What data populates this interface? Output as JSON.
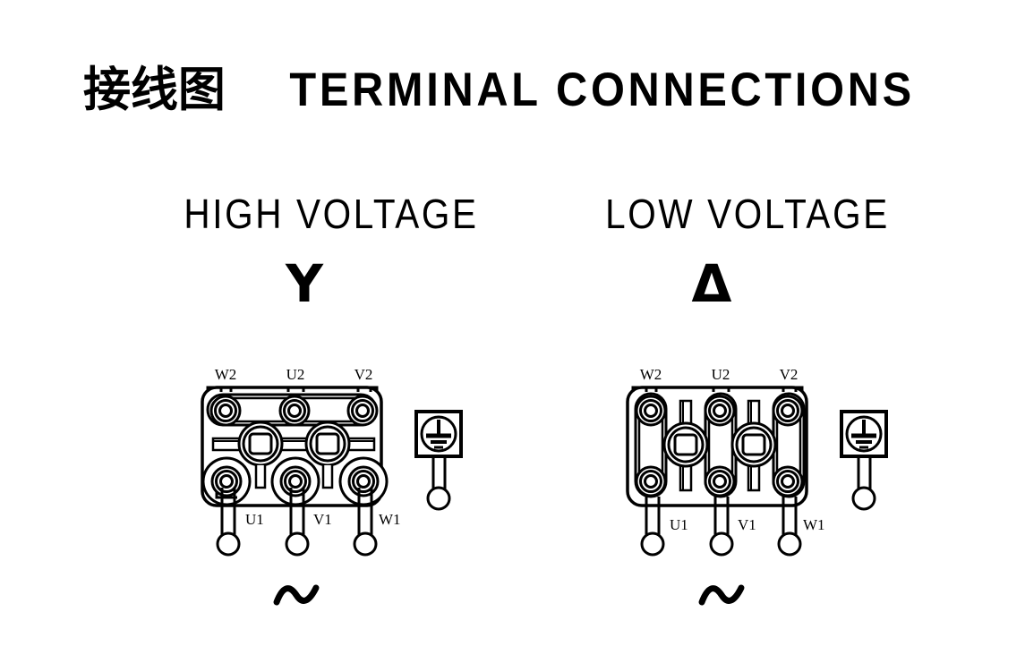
{
  "page": {
    "background": "#ffffff",
    "ink": "#000000"
  },
  "title": {
    "chinese": "接线图",
    "english": "TERMINAL CONNECTIONS",
    "full": "接线图 TERMINAL CONNECTIONS"
  },
  "panels": [
    {
      "id": "high-voltage",
      "subtitle": "HIGH VOLTAGE",
      "connection_symbol": "Y",
      "connection_name": "star",
      "ac_symbol": "∼",
      "terminals": {
        "top_row": [
          "W2",
          "U2",
          "V2"
        ],
        "bottom_row": [
          "U1",
          "V1",
          "W1"
        ]
      },
      "links": {
        "orientation": "horizontal",
        "description": "W2-U2-V2 bridged by one horizontal shorting link (star point)",
        "count": 1
      },
      "lead_wires": [
        "U1",
        "V1",
        "W1"
      ],
      "earth": {
        "label": "earth-terminal",
        "symbol": "ground"
      }
    },
    {
      "id": "low-voltage",
      "subtitle": "LOW VOLTAGE",
      "connection_symbol": "Δ",
      "connection_name": "delta",
      "ac_symbol": "∼",
      "terminals": {
        "top_row": [
          "W2",
          "U2",
          "V2"
        ],
        "bottom_row": [
          "U1",
          "V1",
          "W1"
        ]
      },
      "links": {
        "orientation": "vertical",
        "description": "W2-U1, U2-V1, V2-W1 bridged by three vertical shorting links (delta)",
        "count": 3
      },
      "lead_wires": [
        "U1",
        "V1",
        "W1"
      ],
      "earth": {
        "label": "earth-terminal",
        "symbol": "ground"
      }
    }
  ]
}
